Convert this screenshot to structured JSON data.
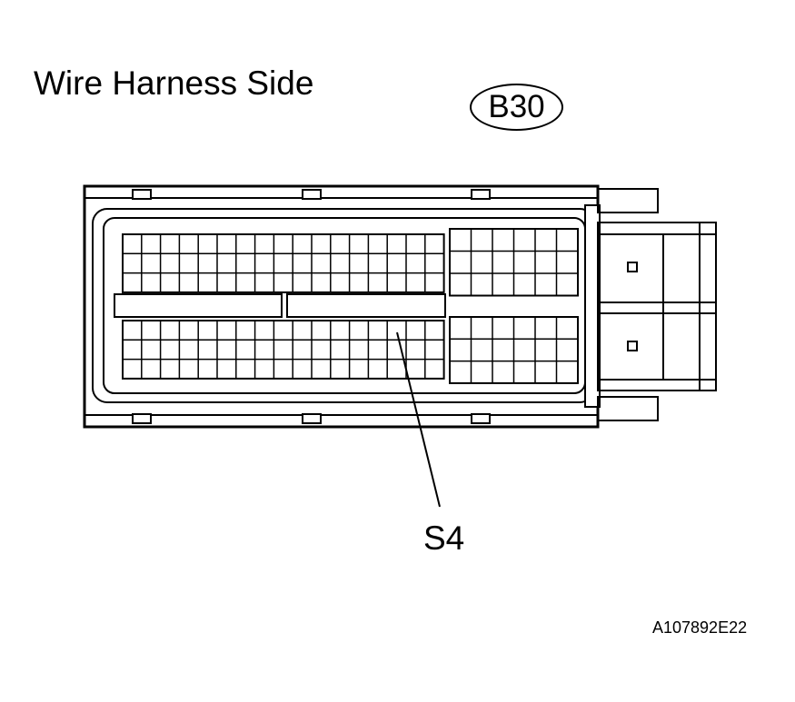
{
  "diagram": {
    "title": "Wire Harness Side",
    "connector_id": "B30",
    "terminal_label": "S4",
    "figure_code": "A107892E22"
  },
  "colors": {
    "stroke": "#000000",
    "background": "#ffffff"
  }
}
